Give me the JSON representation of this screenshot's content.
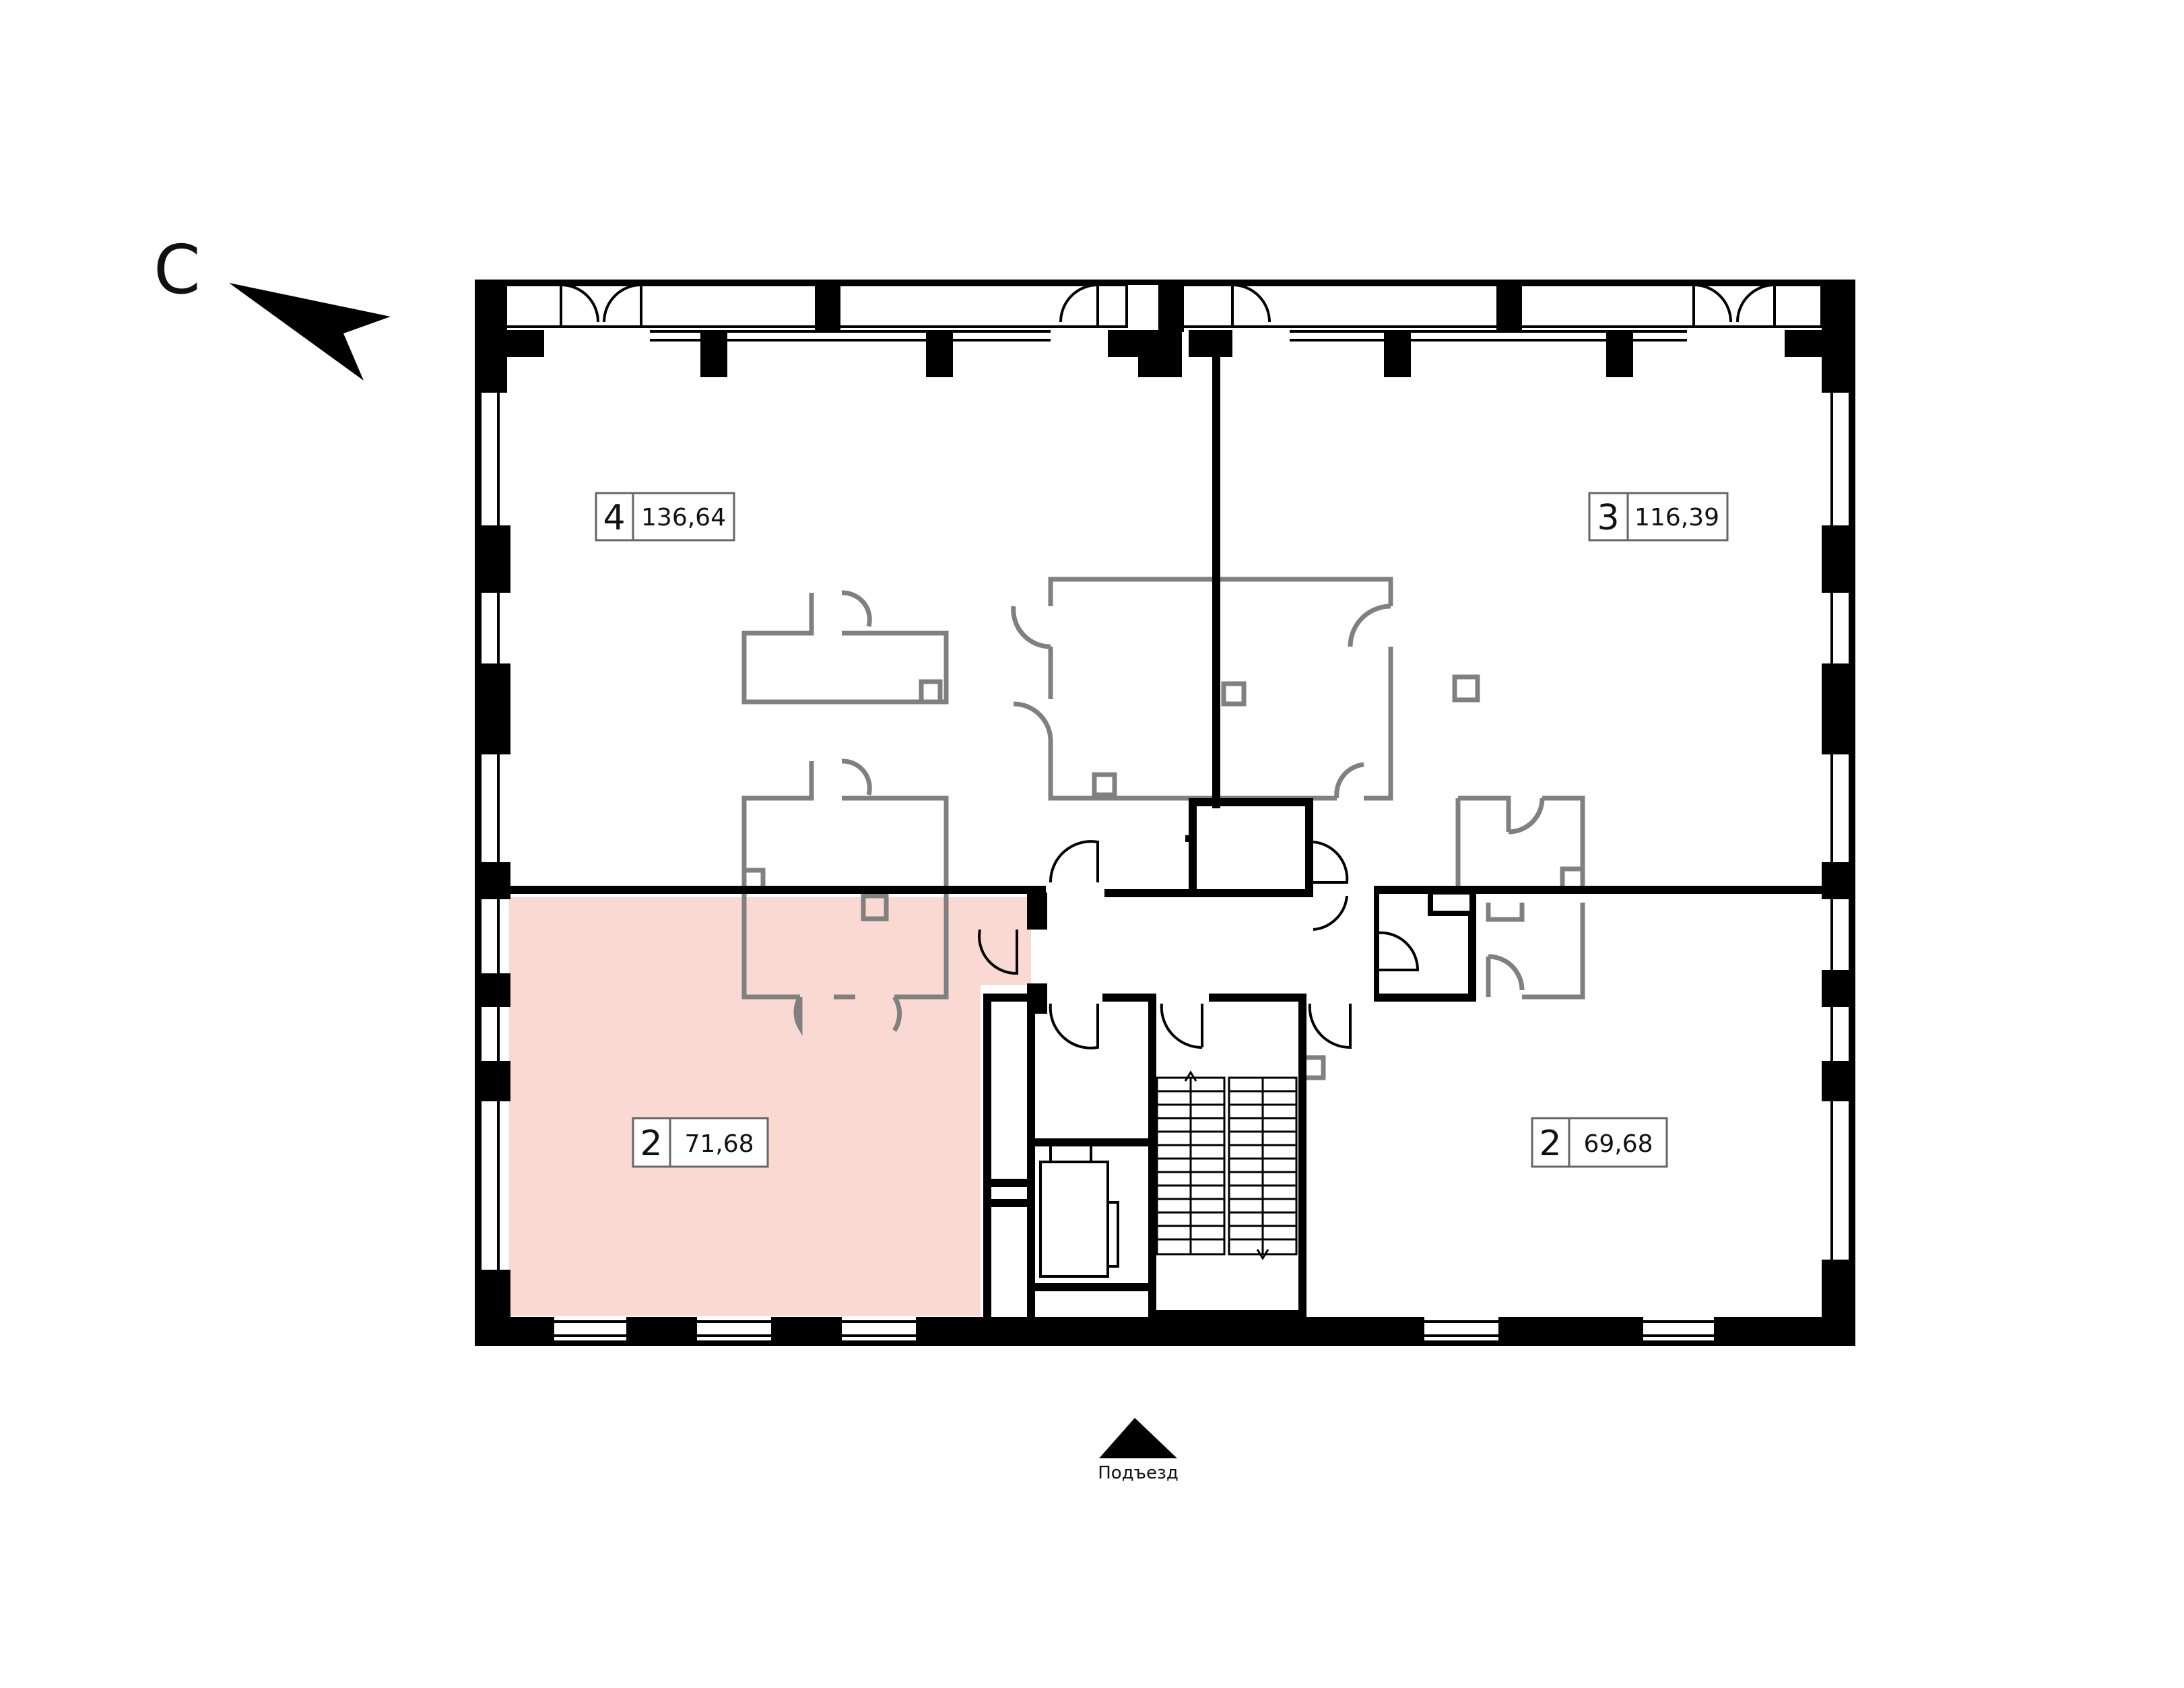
{
  "compass": {
    "letter": "С"
  },
  "entrance": {
    "label": "Подъезд"
  },
  "apartments": [
    {
      "rooms": "4",
      "area": "136,64"
    },
    {
      "rooms": "3",
      "area": "116,39"
    },
    {
      "rooms": "2",
      "area": "71,68"
    },
    {
      "rooms": "2",
      "area": "69,68"
    }
  ],
  "colors": {
    "wall": "#000000",
    "partition": "#808080",
    "highlight": "#fad9d2",
    "background": "#ffffff"
  }
}
